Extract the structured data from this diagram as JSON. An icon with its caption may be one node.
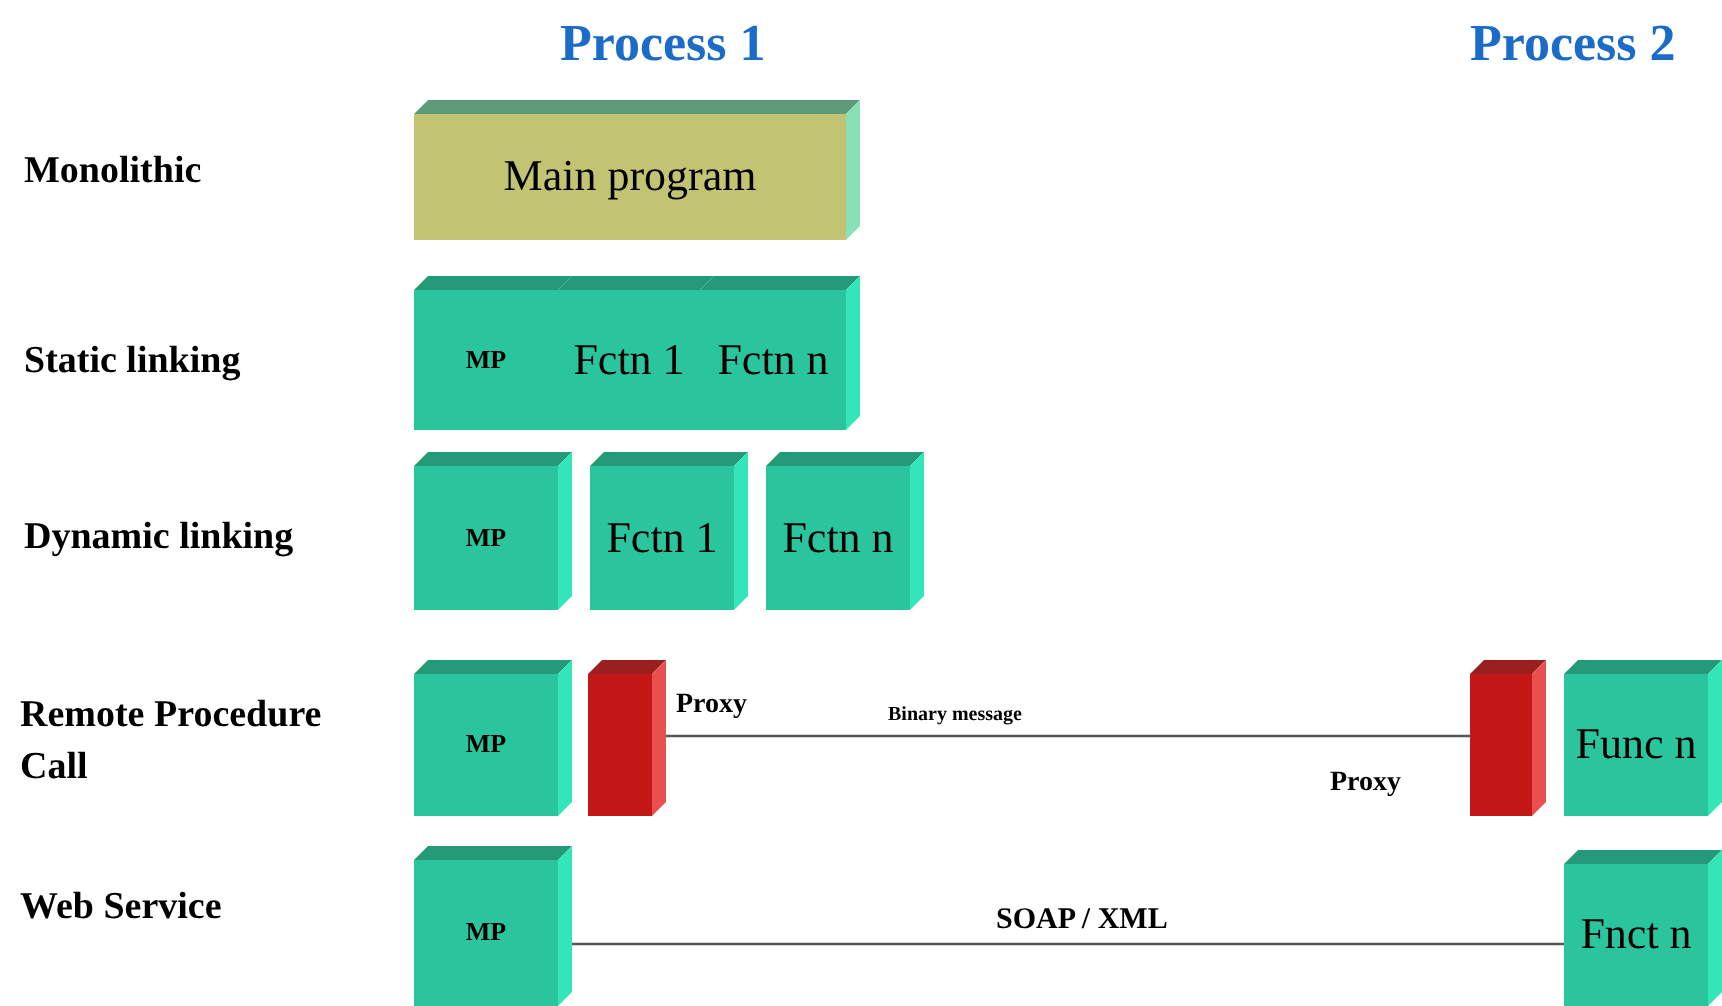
{
  "diagram": {
    "nodes": [
      {
        "text": [
          "Main program"
        ]
      },
      {
        "text": [
          "MP"
        ]
      },
      {
        "text": [
          "Fctn 1"
        ]
      },
      {
        "text": [
          "Fctn n"
        ]
      },
      {
        "text": [
          "MP"
        ]
      },
      {
        "text": [
          "Fctn 1"
        ]
      },
      {
        "text": [
          "Fctn n"
        ]
      },
      {
        "text": [
          "MP"
        ]
      },
      {
        "text": [],
        "shape": "box",
        "beside": [
          "Proxy"
        ]
      },
      {
        "text": [],
        "shape": "box",
        "beside": [
          "Proxy"
        ]
      },
      {
        "text": [
          "Func n"
        ]
      },
      {
        "text": [
          "MP"
        ]
      },
      {
        "text": [
          "Fnct n"
        ]
      }
    ],
    "edges": [
      {
        "from": 8,
        "to": 9,
        "arrow": "none",
        "label": "Binary message"
      },
      {
        "from": 11,
        "to": 12,
        "arrow": "none",
        "label": "SOAP / XML"
      }
    ],
    "labels": [
      "Process 1",
      "Process 2",
      "Monolithic",
      "Static linking",
      "Dynamic linking",
      "Remote Procedure Call",
      "Web Service"
    ]
  }
}
